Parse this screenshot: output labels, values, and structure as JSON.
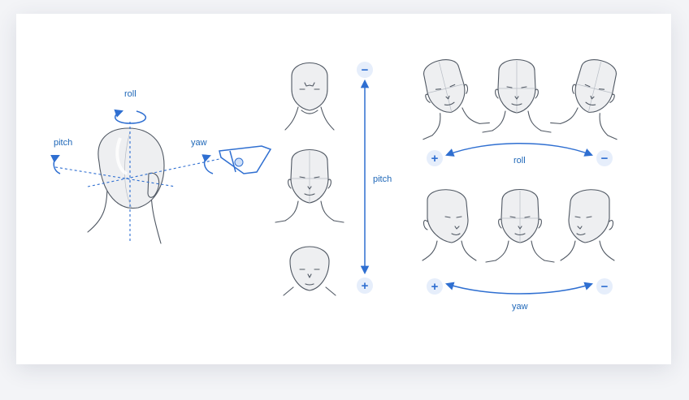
{
  "labels": {
    "roll": "roll",
    "pitch": "pitch",
    "yaw": "yaw"
  },
  "signs": {
    "minus": "−",
    "plus": "+"
  },
  "colors": {
    "accent": "#2f6fd1",
    "badge": "#e6eefb",
    "line": "#505863",
    "skin": "#eeeff1",
    "background": "#f3f4f7",
    "card": "#ffffff"
  }
}
